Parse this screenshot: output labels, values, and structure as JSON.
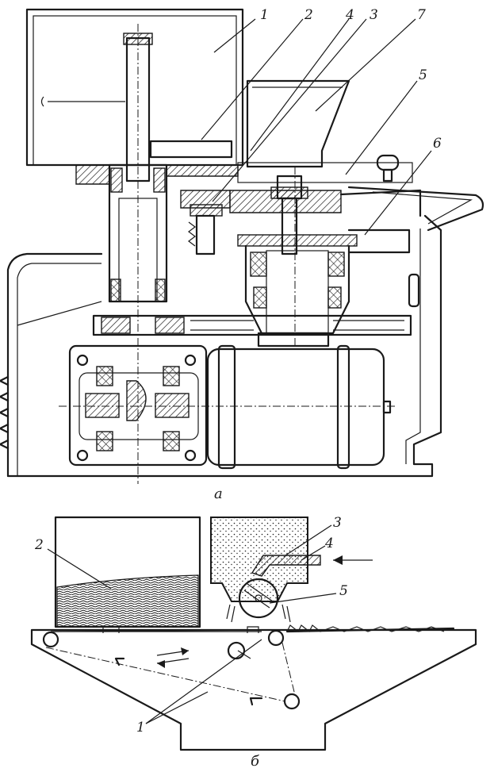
{
  "figure_a": {
    "caption": "а",
    "labels": [
      "1",
      "2",
      "4",
      "3",
      "7",
      "5",
      "6"
    ]
  },
  "figure_b": {
    "caption": "б",
    "labels": [
      "2",
      "3",
      "4",
      "5",
      "1"
    ]
  }
}
